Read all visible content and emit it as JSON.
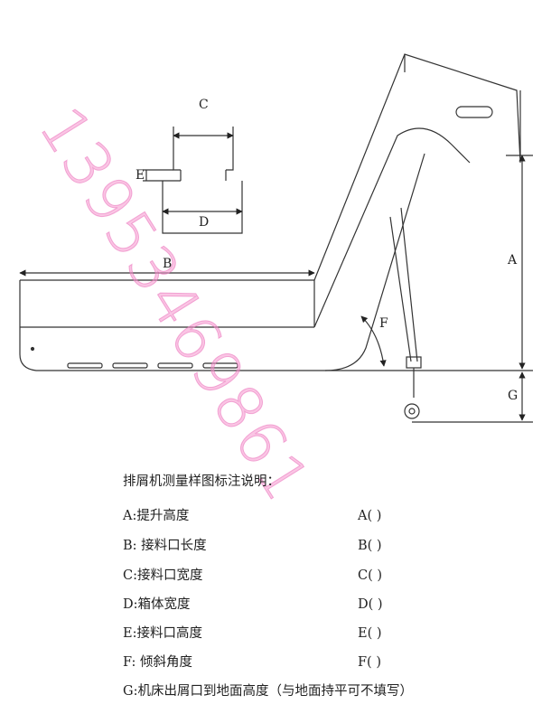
{
  "diagram": {
    "labels": {
      "a": "A",
      "b": "B",
      "c": "C",
      "d": "D",
      "e": "E",
      "f": "F",
      "g": "G"
    }
  },
  "legend": {
    "title": "排屑机测量样图标注说明：",
    "items": [
      {
        "desc": "A:提升高度",
        "field": "A(      )"
      },
      {
        "desc": "B: 接料口长度",
        "field": "B(      )"
      },
      {
        "desc": "C:接料口宽度",
        "field": "C(      )"
      },
      {
        "desc": "D:箱体宽度",
        "field": "D(      )"
      },
      {
        "desc": "E:接料口高度",
        "field": "E(      )"
      },
      {
        "desc": "F: 倾斜角度",
        "field": "F(      )"
      },
      {
        "desc": "G:机床出屑口到地面高度（与地面持平可不填写）",
        "field": ""
      }
    ]
  },
  "watermark": {
    "text": "13953469861",
    "color": "#f596cd"
  }
}
